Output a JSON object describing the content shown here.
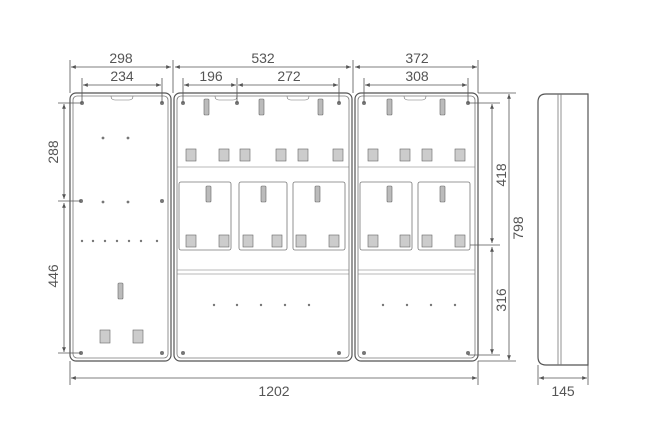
{
  "drawing": {
    "dimensions": {
      "width_left_section": "298",
      "width_middle_section": "532",
      "width_right_section": "372",
      "hole_spacing_left": "234",
      "hole_spacing_middle_a": "196",
      "hole_spacing_middle_b": "272",
      "hole_spacing_right": "308",
      "height_upper": "288",
      "height_lower": "446",
      "height_meter_zone": "418",
      "height_total": "798",
      "height_bottom_zone": "316",
      "total_width": "1202",
      "depth": "145"
    },
    "line_color": "#555555"
  }
}
